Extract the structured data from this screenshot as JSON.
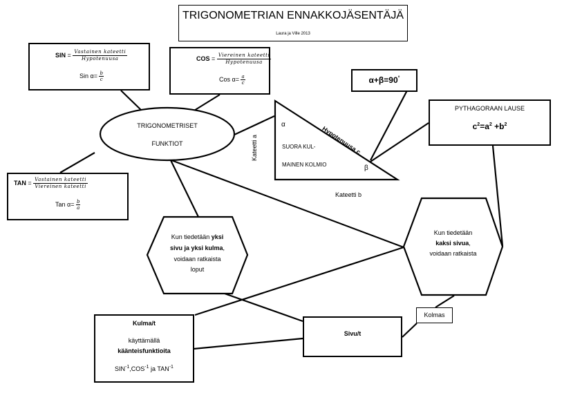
{
  "title": "TRIGONOMETRIAN ENNAKKOJÄSENTÄJÄ",
  "authors": "Laura ja Ville 2013",
  "sin_box": {
    "label": "SIN",
    "numerator": "Vastainen kateetti",
    "denominator": "Hypotenuusa",
    "short_lhs": "Sin α=",
    "short_num": "b",
    "short_den": "c"
  },
  "cos_box": {
    "label": "COS",
    "numerator": "Viereinen kateetti",
    "denominator": "Hypotenuusa",
    "short_lhs": "Cos α=",
    "short_num": "a",
    "short_den": "c"
  },
  "tan_box": {
    "label": "TAN",
    "numerator": "Vastainen kateetti",
    "denominator": "Viereinen kateetti",
    "short_lhs": "Tan α=",
    "short_num": "b",
    "short_den": "a"
  },
  "angle_sum": "α+β=90",
  "angle_sum_degree": "°",
  "functions_node": {
    "line1": "TRIGONOMETRISET",
    "line2": "FUNKTIOT"
  },
  "triangle": {
    "alpha": "α",
    "beta": "β",
    "line1": "SUORA KUL-",
    "line2": "MAINEN KOLMIO",
    "hypotenuse": "Hypotenuusa c",
    "side_a": "Kateetti a",
    "side_b": "Kateetti b"
  },
  "pythagoras": {
    "title": "PYTHAGORAAN LAUSE",
    "c": "c",
    "a": "a",
    "b": "b",
    "exp": "2",
    "eq": "=",
    "plus": "+"
  },
  "hex_left": {
    "l1a": "Kun tiedetään ",
    "l1b": "yksi",
    "l2": "sivu ja yksi kulma",
    "l2b": ",",
    "l3": "voidaan ratkaista",
    "l4": "loput"
  },
  "hex_right": {
    "l1": "Kun tiedetään",
    "l2": "kaksi sivua",
    "l2b": ",",
    "l3": "voidaan ratkaista"
  },
  "angles_box": {
    "title": "Kulma/t",
    "l2": "käyttämällä",
    "l3": "käänteisfunktioita",
    "sin": "SIN",
    "cos": ",COS",
    "ja": " ja TAN",
    "inv": "-1"
  },
  "sides_box": {
    "title": "Sivu/t"
  },
  "kolmas": "Kolmas"
}
